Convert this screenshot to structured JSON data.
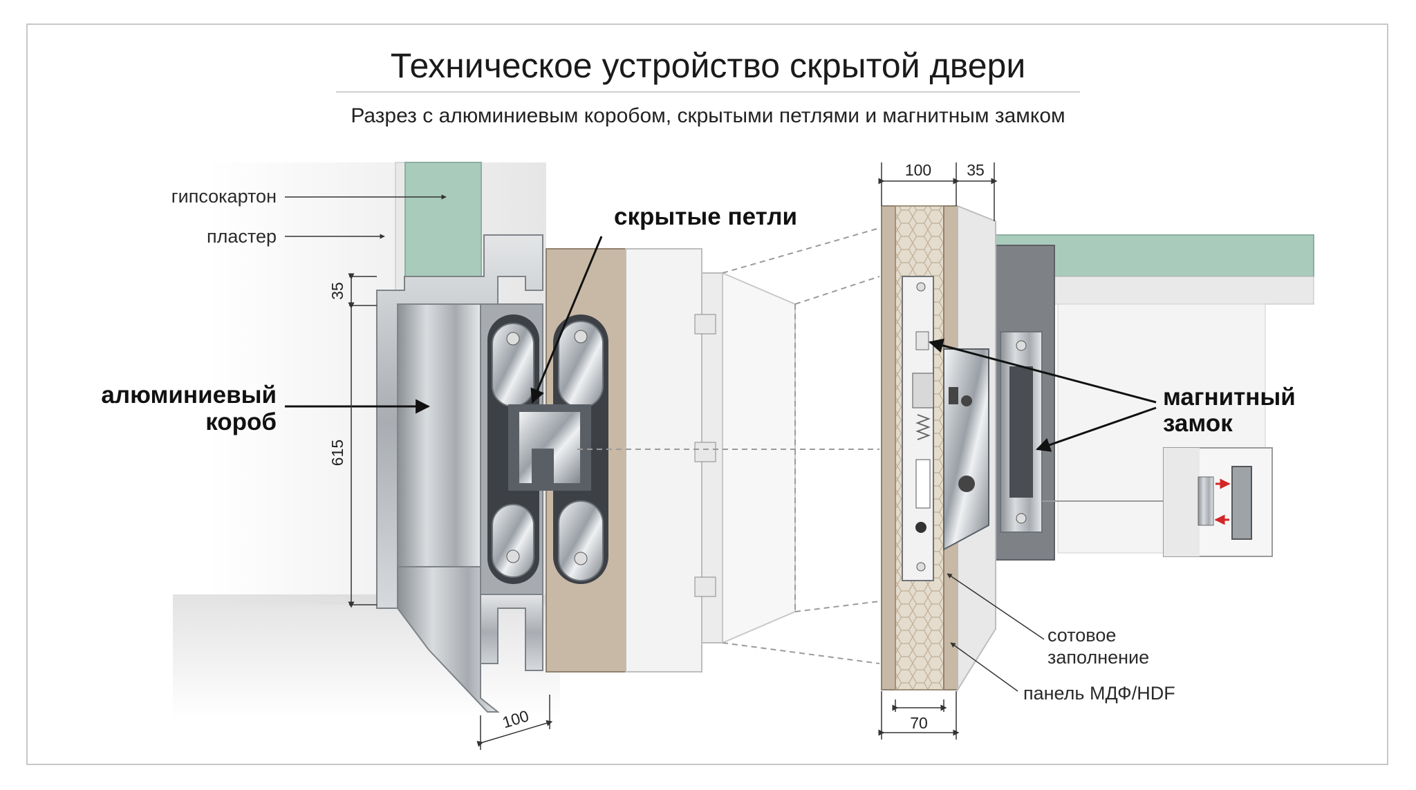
{
  "title": "Техническое устройство скрытой двери",
  "subtitle": "Разрез с алюминиевым коробом, скрытыми петлями и магнитным замком",
  "labels": {
    "drywall": "гипсокартон",
    "plaster": "пластер",
    "aluminum_frame": [
      "алюминиевый",
      "короб"
    ],
    "hidden_hinges": "скрытые петли",
    "magnetic_lock": [
      "магнитный",
      "замок"
    ],
    "honeycomb": [
      "сотовое",
      "заполнение"
    ],
    "mdf_panel": "панель МДФ/HDF"
  },
  "dimensions": {
    "frame_top": "35",
    "frame_height": "615",
    "frame_depth": "100",
    "door_width": "100",
    "door_offset": "35",
    "core_width": "70"
  },
  "colors": {
    "aluminum": "#b9bdc2",
    "aluminum_dark": "#7d8287",
    "drywall": "#a9cbbb",
    "mdf": "#c8b9a6",
    "honeycomb": "#e4dccd",
    "panel_white": "#f3f3f3",
    "arrow_red": "#d32626"
  }
}
